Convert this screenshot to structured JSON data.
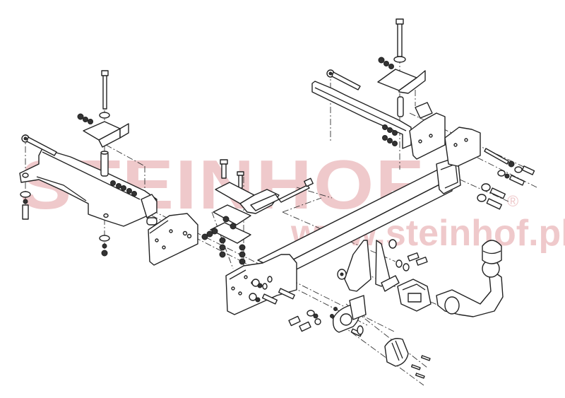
{
  "diagram": {
    "type": "exploded-assembly",
    "subject": "detachable tow bar (towing hitch) assembly",
    "watermark": {
      "brand": "STEINHOF",
      "registered_mark": "®",
      "url": "www.steinhof.pl",
      "color": "#efc9cb"
    },
    "line_color": "#222222",
    "background": "#ffffff",
    "parts": [
      {
        "id": "left-side-bracket",
        "label": "left longitudinal mounting arm"
      },
      {
        "id": "left-top-plate",
        "label": "left upper angle plate with long bolt"
      },
      {
        "id": "left-spacer-tube",
        "label": "left spacer tube"
      },
      {
        "id": "left-strap",
        "label": "left tie strap"
      },
      {
        "id": "right-side-bracket",
        "label": "right longitudinal mounting arm"
      },
      {
        "id": "right-top-plate",
        "label": "right upper angle plate with long bolt"
      },
      {
        "id": "right-spacer-tubes",
        "label": "right spacer tubes"
      },
      {
        "id": "right-strap",
        "label": "right tie strap"
      },
      {
        "id": "center-clamp-plates",
        "label": "center clamp plates with bolts"
      },
      {
        "id": "crossbar",
        "label": "main crossbar beam"
      },
      {
        "id": "left-end-plate",
        "label": "left end mounting plate"
      },
      {
        "id": "right-end-plate",
        "label": "right end mounting plate"
      },
      {
        "id": "center-drop-plates",
        "label": "central drop plates"
      },
      {
        "id": "ball-neck-socket",
        "label": "ball neck receiver socket"
      },
      {
        "id": "ball-neck",
        "label": "detachable ball neck"
      },
      {
        "id": "ball-cover",
        "label": "tow ball cap"
      },
      {
        "id": "socket-plate",
        "label": "electrical socket plate"
      },
      {
        "id": "electrical-socket",
        "label": "trailer electrical socket"
      },
      {
        "id": "fasteners",
        "label": "bolts, washers and nuts"
      }
    ]
  }
}
